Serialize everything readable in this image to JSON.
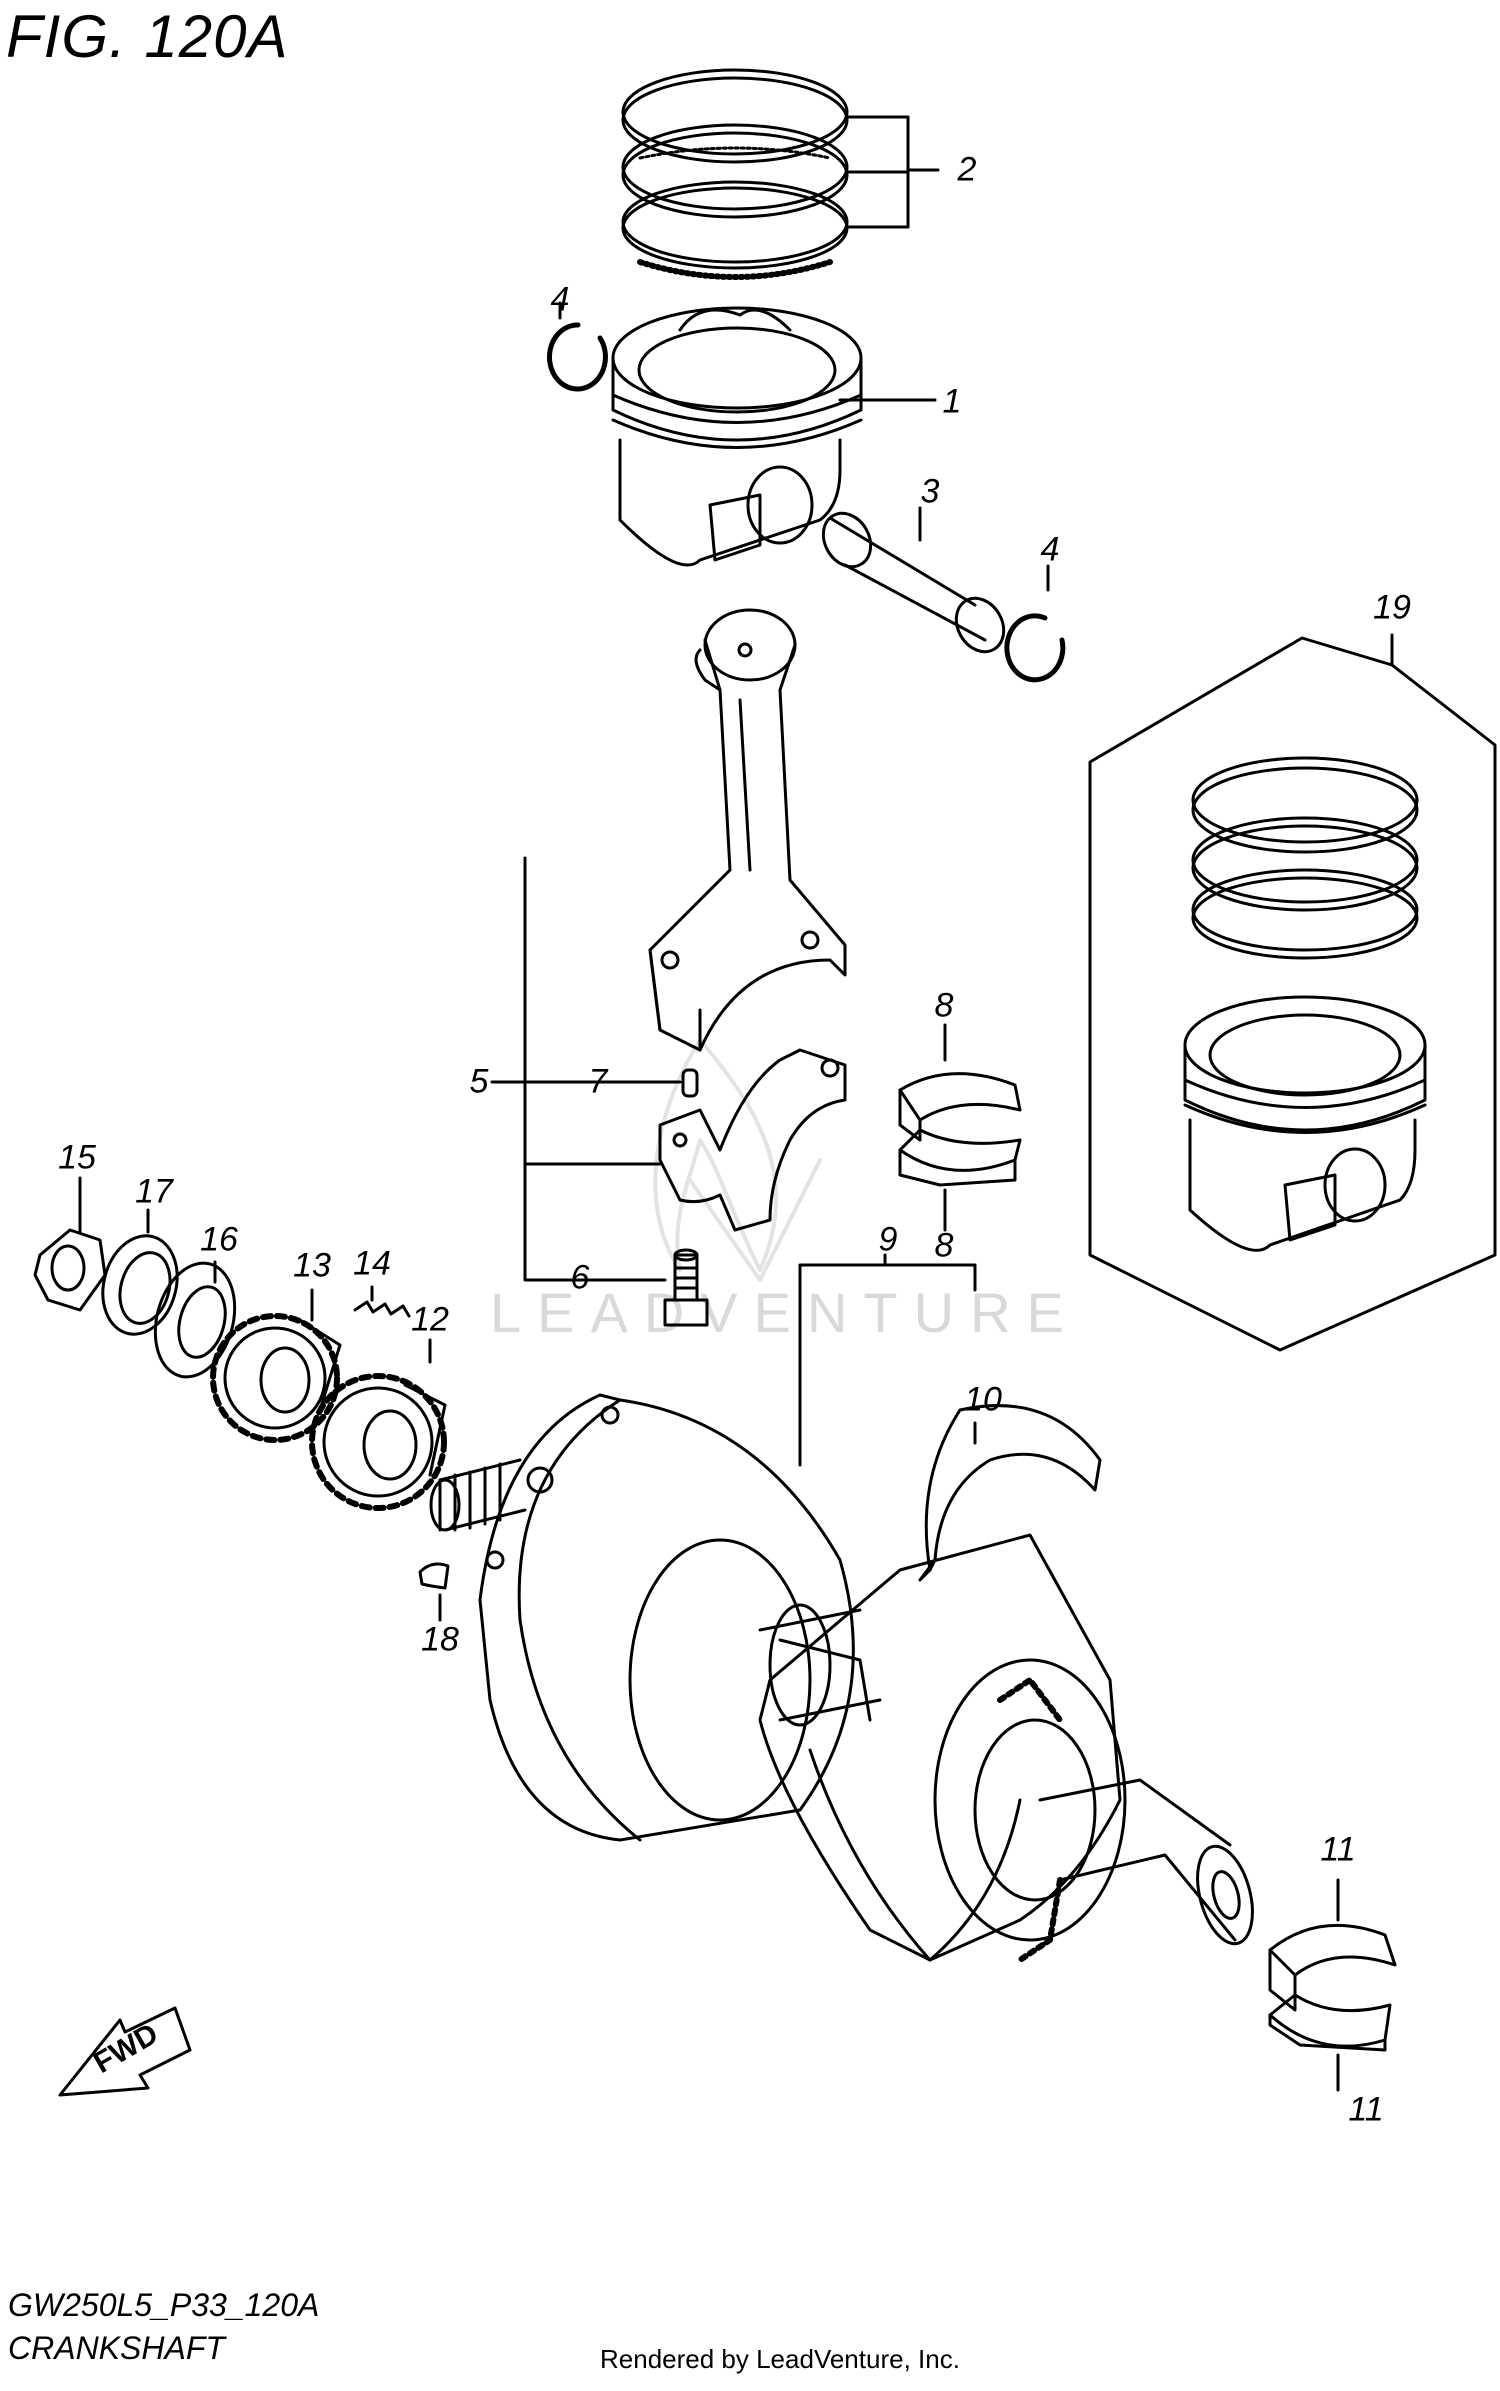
{
  "figure": {
    "title": "FIG. 120A"
  },
  "watermark": {
    "text": "LEADVENTURE"
  },
  "footer": {
    "model_code": "GW250L5_P33_120A",
    "section_name": "CRANKSHAFT",
    "rendered_by": "Rendered by LeadVenture, Inc."
  },
  "fwd_label": "FWD",
  "callouts": {
    "c1": "1",
    "c2": "2",
    "c3": "3",
    "c4a": "4",
    "c4b": "4",
    "c5": "5",
    "c6": "6",
    "c7": "7",
    "c8a": "8",
    "c8b": "8",
    "c9": "9",
    "c10": "10",
    "c11a": "11",
    "c11b": "11",
    "c12": "12",
    "c13": "13",
    "c14": "14",
    "c15": "15",
    "c16": "16",
    "c17": "17",
    "c18": "18",
    "c19": "19"
  }
}
